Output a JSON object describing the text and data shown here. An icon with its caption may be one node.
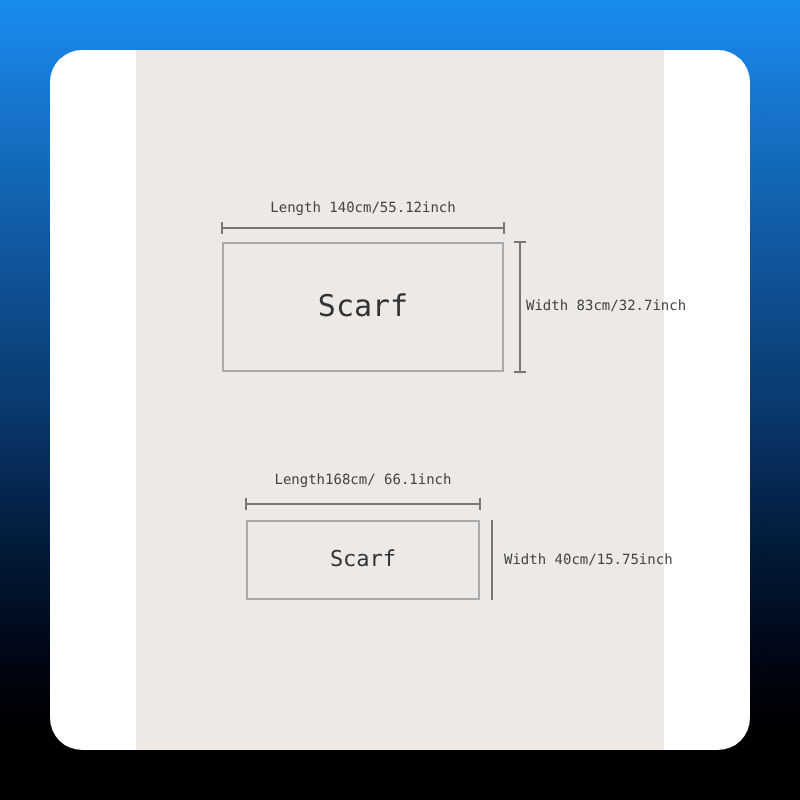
{
  "diagram": {
    "nodes": [
      {
        "text": [
          "Scarf"
        ]
      },
      {
        "text": [
          "Scarf"
        ]
      }
    ],
    "labels": [
      "Length 140cm/55.12inch",
      "Width 83cm/32.7inch",
      "Length168cm/ 66.1inch",
      "Width 40cm/15.75inch"
    ]
  }
}
